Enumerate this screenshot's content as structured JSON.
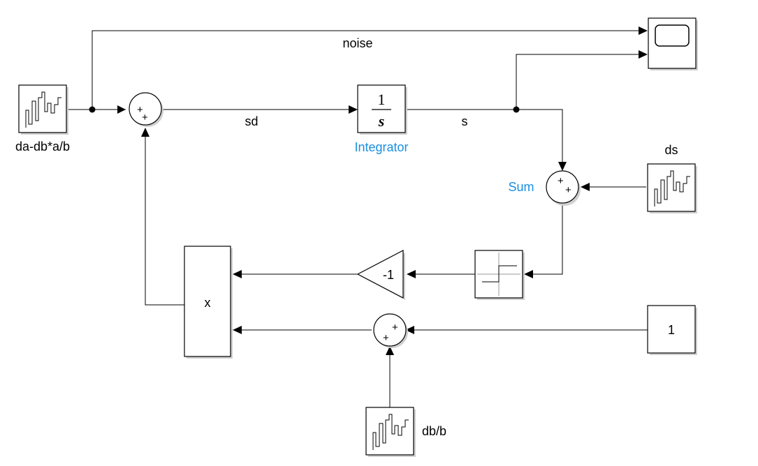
{
  "blocks": {
    "source_da": {
      "label": "da-db*a/b"
    },
    "source_ds": {
      "label": "ds"
    },
    "source_db": {
      "label": "db/b"
    },
    "integrator": {
      "label": "Integrator",
      "numerator": "1",
      "denominator": "s"
    },
    "sum_main": {
      "label": "Sum",
      "signs": [
        "+",
        "+"
      ]
    },
    "sum_top": {
      "signs": [
        "+",
        "+"
      ]
    },
    "sum_bottom": {
      "signs": [
        "+",
        "+"
      ]
    },
    "gain": {
      "value": "-1"
    },
    "product": {
      "label": "x"
    },
    "constant": {
      "value": "1"
    }
  },
  "signals": {
    "noise": "noise",
    "sd": "sd",
    "s": "s"
  },
  "colors": {
    "block_name": "#1a8fe0",
    "line": "#000000"
  }
}
